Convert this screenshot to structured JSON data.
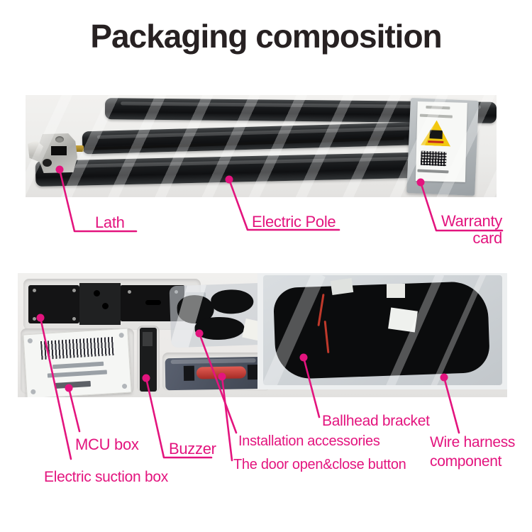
{
  "title": "Packaging composition",
  "colors": {
    "accent": "#e3147e",
    "title_text": "#272122",
    "warning_triangle": "#f2c70f"
  },
  "callouts": {
    "lath": {
      "label": "Lath"
    },
    "electric_pole": {
      "label": "Electric Pole"
    },
    "warranty_card": {
      "line1": "Warranty",
      "line2": "card"
    },
    "mcu_box": {
      "label": "MCU box"
    },
    "electric_suction_box": {
      "label": "Electric suction box"
    },
    "buzzer": {
      "label": "Buzzer"
    },
    "installation_accessories": {
      "label": "Installation accessories"
    },
    "door_button": {
      "label": "The door open&close button"
    },
    "ballhead_bracket": {
      "label": "Ballhead bracket"
    },
    "wire_harness": {
      "line1": "Wire harness",
      "line2": "component"
    }
  }
}
